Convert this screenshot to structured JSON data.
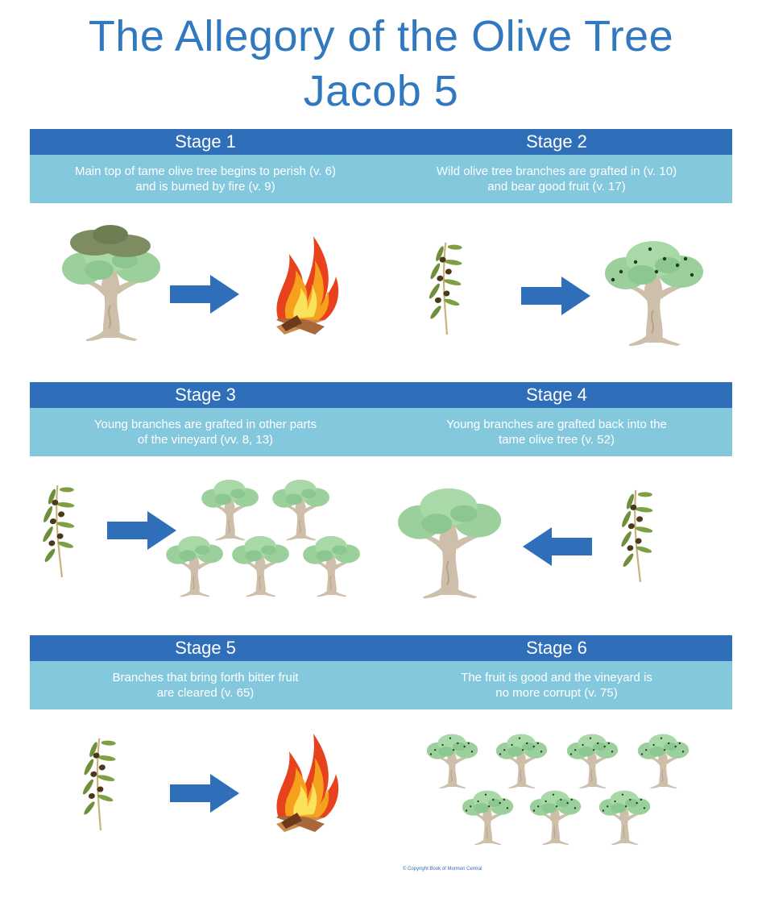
{
  "title": {
    "line1": "The Allegory of the Olive Tree",
    "line2": "Jacob 5"
  },
  "colors": {
    "title": "#3078bf",
    "header": "#2f6eb8",
    "desc": "#84c8dd",
    "arrow": "#2f6eb8"
  },
  "stages": [
    {
      "label": "Stage 1",
      "line1": "Main top of tame olive tree begins to perish (v. 6)",
      "line2": "and is burned by fire (v. 9)"
    },
    {
      "label": "Stage 2",
      "line1": "Wild olive tree branches are grafted in (v. 10)",
      "line2": "and bear good fruit (v. 17)"
    },
    {
      "label": "Stage 3",
      "line1": "Young branches are grafted in other parts",
      "line2": "of the vineyard (vv. 8, 13)"
    },
    {
      "label": "Stage 4",
      "line1": "Young branches are grafted back into the",
      "line2": "tame olive tree (v. 52)"
    },
    {
      "label": "Stage 5",
      "line1": "Branches that bring forth bitter fruit",
      "line2": "are cleared (v. 65)"
    },
    {
      "label": "Stage 6",
      "line1": "The fruit is good and the vineyard is",
      "line2": "no more corrupt (v. 75)"
    }
  ],
  "icons": [
    "olive-tree-icon",
    "arrow-icon",
    "fire-icon",
    "olive-branch-icon"
  ],
  "copyright": "© Copyright Book of Mormon Central"
}
